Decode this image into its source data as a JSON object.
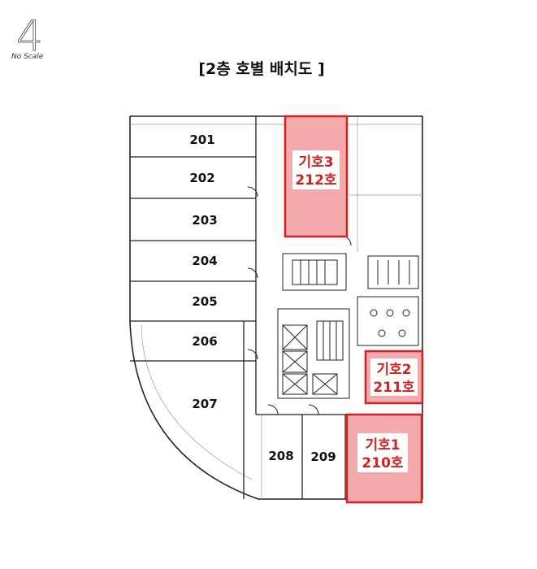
{
  "header": {
    "north_marker": "4",
    "scale_note": "No Scale",
    "title": "[2층 호별 배치도 ]"
  },
  "rooms": {
    "r201": "201",
    "r202": "202",
    "r203": "203",
    "r204": "204",
    "r205": "205",
    "r206": "206",
    "r207": "207",
    "r208": "208",
    "r209": "209"
  },
  "highlighted_units": {
    "unit3": {
      "line1": "기호3",
      "line2": "212호"
    },
    "unit2": {
      "line1": "기호2",
      "line2": "211호"
    },
    "unit1": {
      "line1": "기호1",
      "line2": "210호"
    }
  },
  "colors": {
    "highlight_fill": "#f4a9ad",
    "highlight_stroke": "#d42020",
    "highlight_text": "#d42020",
    "wall": "#222222"
  }
}
